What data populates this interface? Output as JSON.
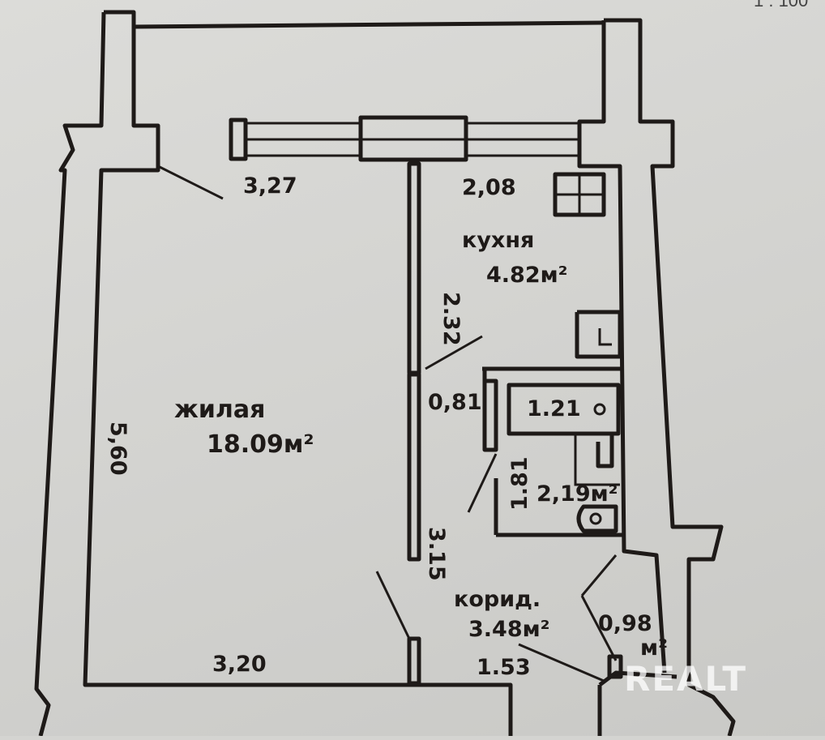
{
  "scale": "1 : 100",
  "rooms": {
    "living": {
      "name": "жилая",
      "area": "18.09м²",
      "width_top": "3,27",
      "width_bottom": "3,20",
      "length": "5,60"
    },
    "kitchen": {
      "name": "кухня",
      "area": "4.82м²",
      "width": "2,08",
      "length": "2.32"
    },
    "bathroom": {
      "area": "2,19м²",
      "bath": "1.21",
      "length": "1.81"
    },
    "corridor": {
      "name": "корид.",
      "area": "3.48м²",
      "width": "1.53",
      "length": "3.15",
      "passage": "0,81"
    },
    "closet": {
      "area": "0,98",
      "unit": "м²"
    }
  },
  "watermark": "REALT"
}
